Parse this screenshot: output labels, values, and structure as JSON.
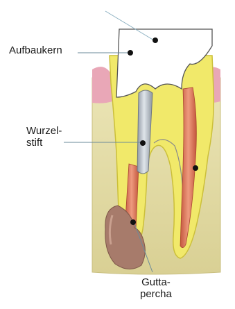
{
  "labels": {
    "core": "Aufbaukern",
    "post_line1": "Wurzel-",
    "post_line2": "stift",
    "gp_line1": "Gutta-",
    "gp_line2": "percha"
  },
  "colors": {
    "bone": "#e3dca7",
    "gum": "#e9a7b7",
    "dentin": "#f1e96a",
    "crown_core": "#ffffff",
    "post": "#b3bcc6",
    "gutta_percha": "#d96a4e",
    "lesion": "#a77b6b"
  }
}
